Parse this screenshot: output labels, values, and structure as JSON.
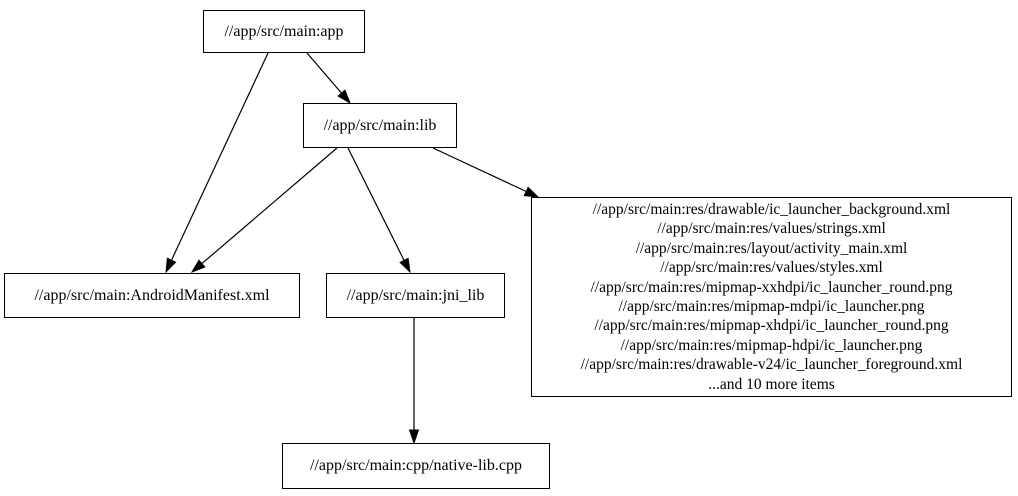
{
  "graph": {
    "background_color": "#ffffff",
    "node_fill_color": "#ffffff",
    "node_border_color": "#000000",
    "edge_color": "#000000",
    "text_color": "#000000",
    "nodes": {
      "app": {
        "label": "//app/src/main:app"
      },
      "lib": {
        "label": "//app/src/main:lib"
      },
      "android_manifest": {
        "label": "//app/src/main:AndroidManifest.xml"
      },
      "jni_lib": {
        "label": "//app/src/main:jni_lib"
      },
      "resources": {
        "lines": [
          "//app/src/main:res/drawable/ic_launcher_background.xml",
          "//app/src/main:res/values/strings.xml",
          "//app/src/main:res/layout/activity_main.xml",
          "//app/src/main:res/values/styles.xml",
          "//app/src/main:res/mipmap-xxhdpi/ic_launcher_round.png",
          "//app/src/main:res/mipmap-mdpi/ic_launcher.png",
          "//app/src/main:res/mipmap-xhdpi/ic_launcher_round.png",
          "//app/src/main:res/mipmap-hdpi/ic_launcher.png",
          "//app/src/main:res/drawable-v24/ic_launcher_foreground.xml",
          "...and 10 more items"
        ]
      },
      "native_lib": {
        "label": "//app/src/main:cpp/native-lib.cpp"
      }
    },
    "edges": [
      {
        "from": "app",
        "to": "android_manifest"
      },
      {
        "from": "app",
        "to": "lib"
      },
      {
        "from": "lib",
        "to": "android_manifest"
      },
      {
        "from": "lib",
        "to": "jni_lib"
      },
      {
        "from": "lib",
        "to": "resources"
      },
      {
        "from": "jni_lib",
        "to": "native_lib"
      }
    ]
  }
}
